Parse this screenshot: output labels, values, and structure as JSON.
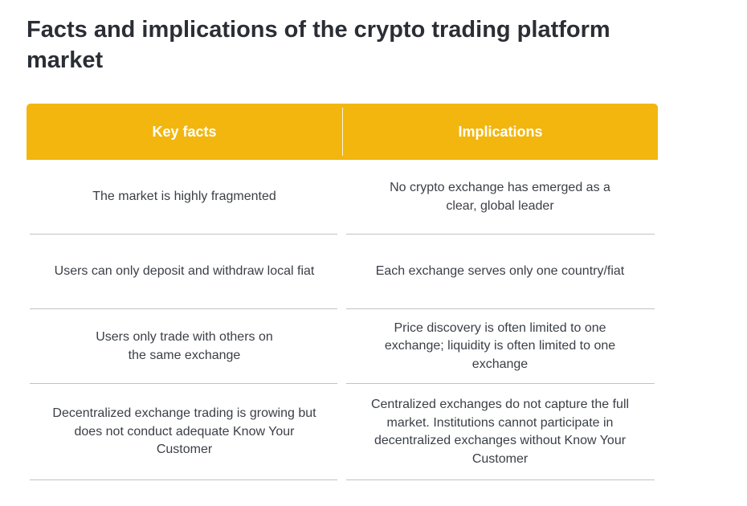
{
  "title": "Facts and implications of the crypto trading platform market",
  "headers": {
    "key_facts": "Key facts",
    "implications": "Implications"
  },
  "rows": [
    {
      "fact": "The market is highly fragmented",
      "implication": "No crypto exchange has emerged as a clear, global leader"
    },
    {
      "fact": "Users can only deposit and withdraw local fiat",
      "implication": "Each exchange serves only one country/fiat"
    },
    {
      "fact": "Users only trade with others on the same exchange",
      "implication": "Price discovery is often limited to one exchange; liquidity is often limited to one exchange"
    },
    {
      "fact": "Decentralized exchange trading is growing but does not conduct adequate Know Your Customer",
      "implication": "Centralized exchanges do not capture the full market. Institutions cannot participate in decentralized exchanges without Know Your Customer"
    }
  ],
  "colors": {
    "header": "#f2b60f",
    "text": "#3b3f46",
    "title": "#2a2e35"
  }
}
